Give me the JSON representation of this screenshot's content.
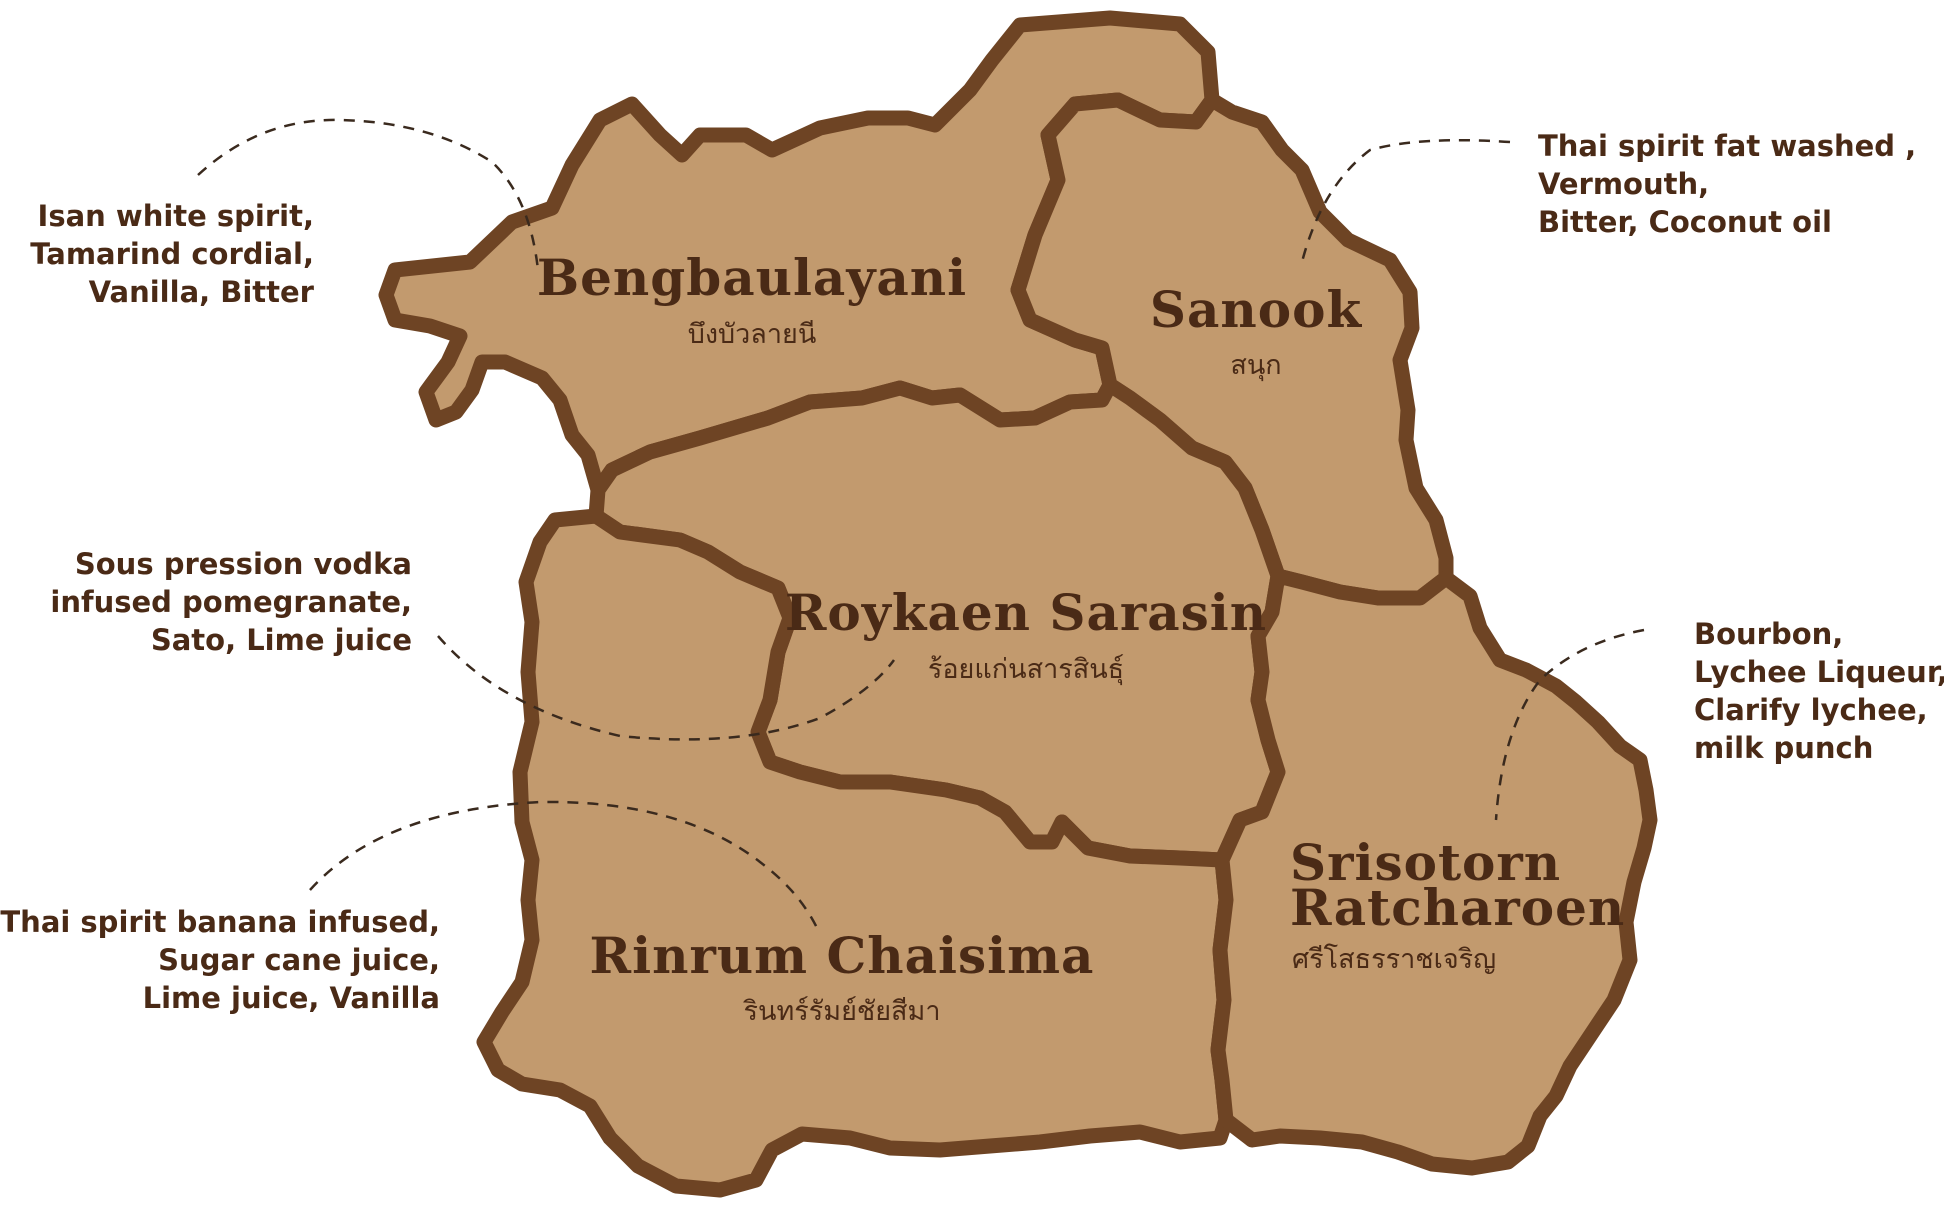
{
  "colors": {
    "land": "#c29a6e",
    "border": "#6e4424",
    "label": "#4a2a16",
    "leader": "#3a2a1e"
  },
  "regions": {
    "bengbaulayani": {
      "name": "Bengbaulayani",
      "name_th": "บึงบัวลายนี"
    },
    "sanook": {
      "name": "Sanook",
      "name_th": "สนุก"
    },
    "roykaen": {
      "name": "Roykaen Sarasin",
      "name_th": "ร้อยแก่นสารสินธุ์"
    },
    "rinrum": {
      "name": "Rinrum Chaisima",
      "name_th": "รินทร์รัมย์ชัยสีมา"
    },
    "srisotorn": {
      "name_line1": "Srisotorn",
      "name_line2": "Ratcharoen",
      "name_th": "ศรีโสธรราชเจริญ"
    }
  },
  "notes": {
    "bengbaulayani": [
      "Isan white spirit,",
      "Tamarind cordial,",
      "Vanilla, Bitter"
    ],
    "sanook": [
      "Thai spirit fat washed ,",
      "Vermouth,",
      "Bitter, Coconut oil"
    ],
    "roykaen": [
      "Sous pression vodka",
      "infused pomegranate,",
      "Sato, Lime juice"
    ],
    "srisotorn": [
      "Bourbon,",
      "Lychee Liqueur,",
      "Clarify lychee,",
      "milk punch"
    ],
    "rinrum": [
      "Thai spirit banana infused,",
      "Sugar cane juice,",
      "Lime juice, Vanilla"
    ]
  }
}
